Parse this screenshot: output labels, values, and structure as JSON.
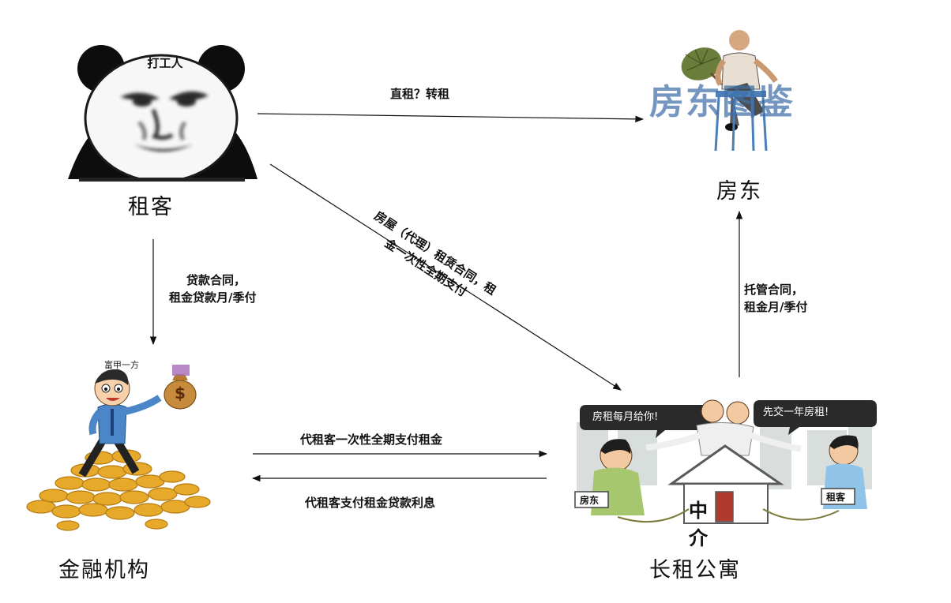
{
  "nodes": {
    "tenant": {
      "label": "租客",
      "meme_text": "打工人"
    },
    "landlord": {
      "label": "房东",
      "watermark": "房东图鉴"
    },
    "finance": {
      "label": "金融机构",
      "caption": "富甲一方",
      "bag_symbol": "$"
    },
    "apartment": {
      "label": "长租公寓",
      "bubble_left": "房租每月给你!",
      "bubble_right": "先交一年房租!",
      "tag_landlord": "房东",
      "tag_tenant": "租客",
      "house_sign": "中介"
    }
  },
  "edges": {
    "tenant_to_landlord": "直租？转租",
    "tenant_to_apartment": [
      "房屋（代理）租赁合同，租",
      "金一次性全期支付"
    ],
    "tenant_to_finance": [
      "贷款合同，",
      "租金贷款月/季付"
    ],
    "apartment_to_landlord": [
      "托管合同，",
      "租金月/季付"
    ],
    "finance_to_apartment": "代租客一次性全期支付租金",
    "apartment_to_finance": "代租客支付租金贷款利息"
  }
}
